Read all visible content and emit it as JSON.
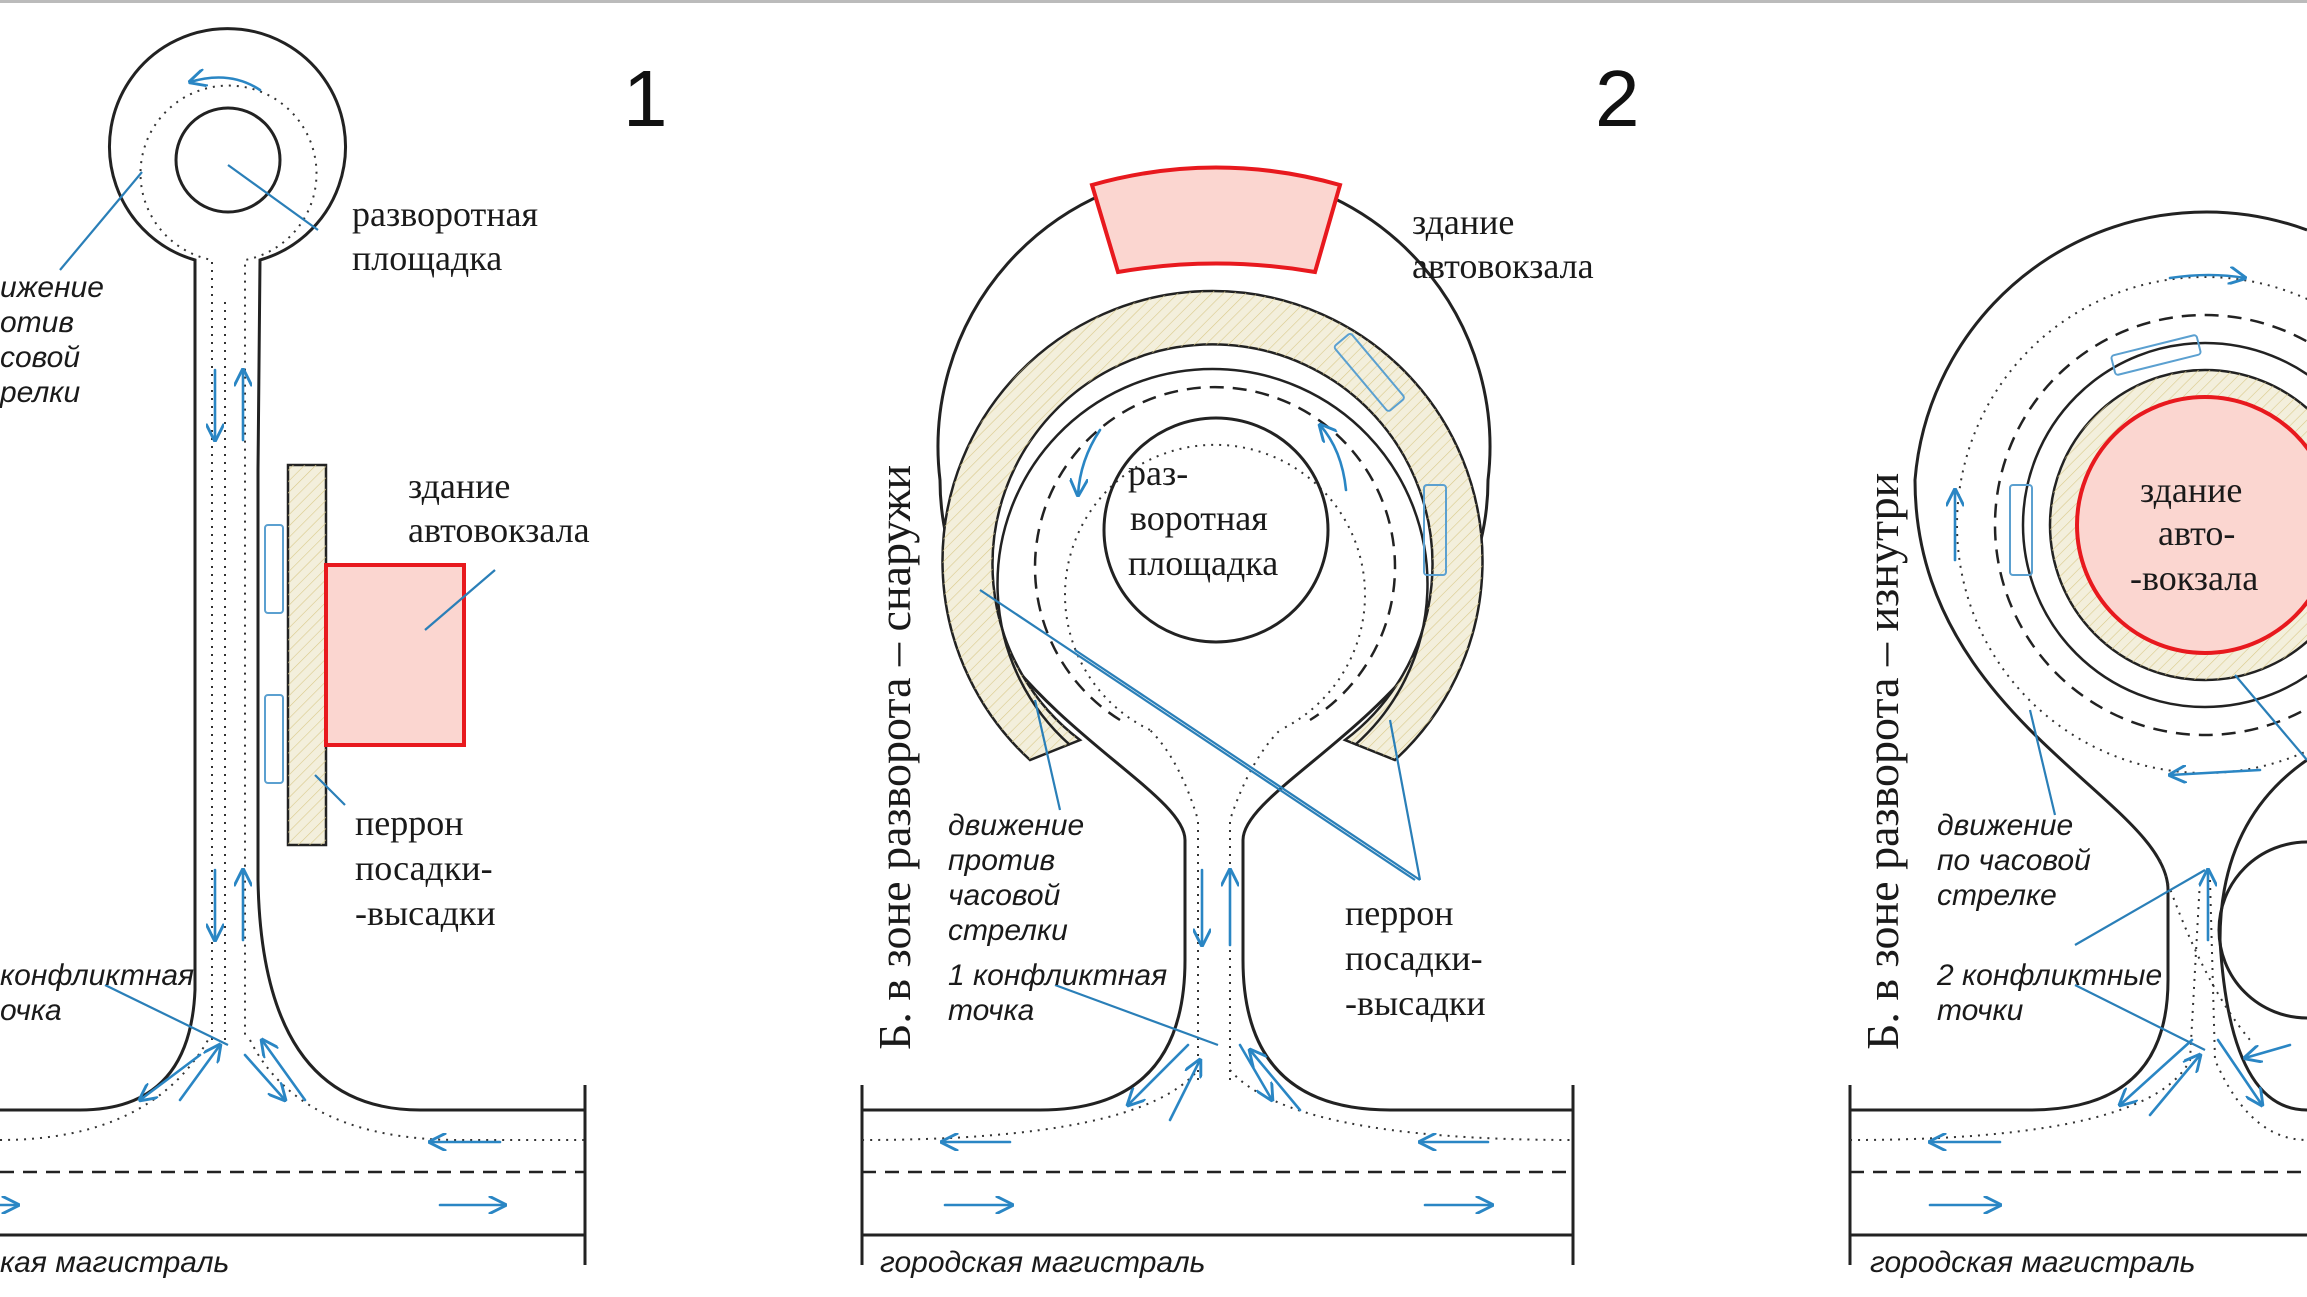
{
  "panel1": {
    "number": "1",
    "turnaround_line1": "разворотная",
    "turnaround_line2": "площадка",
    "building_line1": "здание",
    "building_line2": "автовокзала",
    "platform_line1": "перрон",
    "platform_line2": "посадки-",
    "platform_line3": "-высадки",
    "movement_line1": "ижение",
    "movement_line2": "отив",
    "movement_line3": "совой",
    "movement_line4": "релки",
    "conflict_line1": "конфликтная",
    "conflict_line2": "очка",
    "road_label": "кая магистраль"
  },
  "panel2": {
    "number": "2",
    "vertical_title": "Б. в зоне разворота – снаружи",
    "building_line1": "здание",
    "building_line2": "автовокзала",
    "turnaround_line1": "раз-",
    "turnaround_line2": "воротная",
    "turnaround_line3": "площадка",
    "movement_line1": "движение",
    "movement_line2": "против",
    "movement_line3": "часовой",
    "movement_line4": "стрелки",
    "conflict_line1": "1 конфликтная",
    "conflict_line2": "точка",
    "platform_line1": "перрон",
    "platform_line2": "посадки-",
    "platform_line3": "-высадки",
    "road_label": "городская магистраль"
  },
  "panel3": {
    "vertical_title": "Б. в зоне разворота – изнутри",
    "building_line1": "здание",
    "building_line2": "авто-",
    "building_line3": "-вокзала",
    "movement_line1": "движение",
    "movement_line2": "по часовой",
    "movement_line3": "стрелке",
    "conflict_line1": "2 конфликтные",
    "conflict_line2": "точки",
    "road_label": "городская магистраль"
  },
  "colors": {
    "building_fill": "#fbd6d0",
    "building_stroke": "#e8191e",
    "platform_fill": "#f3efdc",
    "arrows": "#2a86c4"
  }
}
